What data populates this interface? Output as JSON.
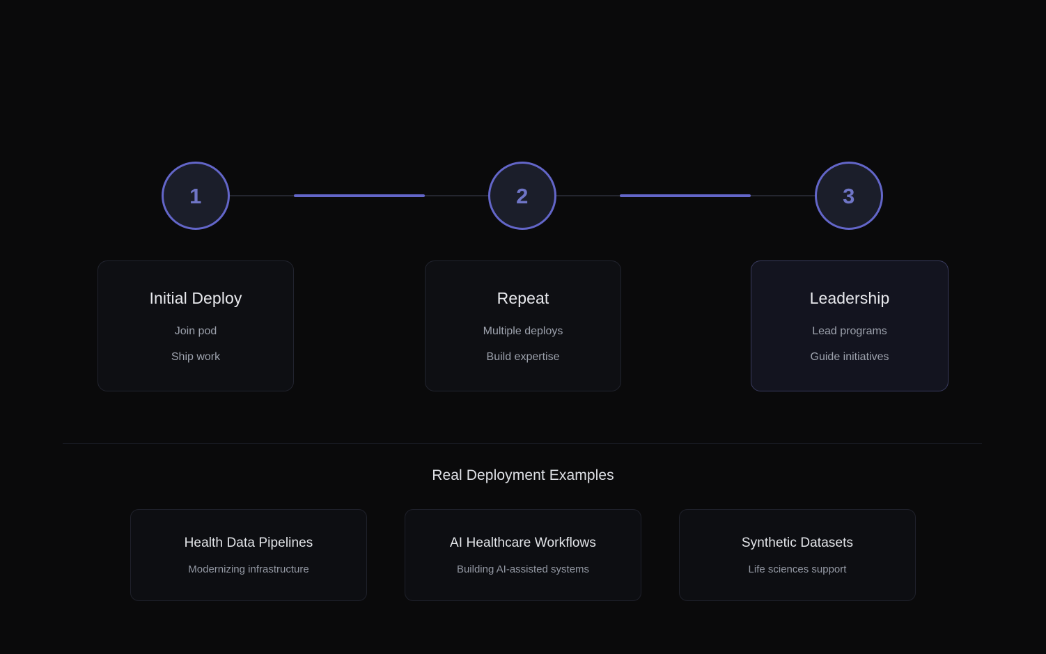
{
  "theme": {
    "background": "#0a0a0b",
    "accent": "#6366c9",
    "node_fill": "#1b1e2a",
    "node_number_color": "#6f75c6",
    "card_bg": "#0e0f13",
    "card_border": "#22242f",
    "highlight_card_bg": "#13141f",
    "highlight_card_border": "#393b5e",
    "title_color": "#e9eaee",
    "subtext_color": "#9da2ad",
    "divider_color": "#1b1d26",
    "track_color": "#24262f"
  },
  "stepper": {
    "steps": [
      {
        "number": "1",
        "label": "step-1"
      },
      {
        "number": "2",
        "label": "step-2"
      },
      {
        "number": "3",
        "label": "step-3"
      }
    ]
  },
  "stages": [
    {
      "title": "Initial Deploy",
      "lines": [
        "Join pod",
        "Ship work"
      ],
      "highlighted": false
    },
    {
      "title": "Repeat",
      "lines": [
        "Multiple deploys",
        "Build expertise"
      ],
      "highlighted": false
    },
    {
      "title": "Leadership",
      "lines": [
        "Lead programs",
        "Guide initiatives"
      ],
      "highlighted": true
    }
  ],
  "examples_section": {
    "heading": "Real Deployment Examples",
    "cards": [
      {
        "title": "Health Data Pipelines",
        "subtitle": "Modernizing infrastructure"
      },
      {
        "title": "AI Healthcare Workflows",
        "subtitle": "Building AI-assisted systems"
      },
      {
        "title": "Synthetic Datasets",
        "subtitle": "Life sciences support"
      }
    ]
  }
}
